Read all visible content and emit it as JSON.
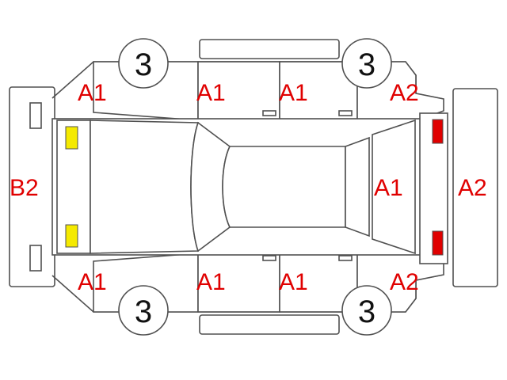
{
  "colors": {
    "label": "#e00000",
    "outline": "#505050",
    "marker_front": "#f5ea00",
    "marker_rear": "#e00000"
  },
  "labels": {
    "front_bumper": "B2",
    "rear_bumper": "A2",
    "front_left_fender": "A1",
    "front_right_fender": "A1",
    "front_left_door": "A1",
    "rear_left_door": "A1",
    "front_right_door": "A1",
    "rear_right_door": "A1",
    "rear_left_quarter": "A2",
    "rear_right_quarter": "A2",
    "back_door": "A1"
  },
  "wheels": {
    "front_left": "3",
    "rear_left": "3",
    "front_right": "3",
    "rear_right": "3"
  }
}
